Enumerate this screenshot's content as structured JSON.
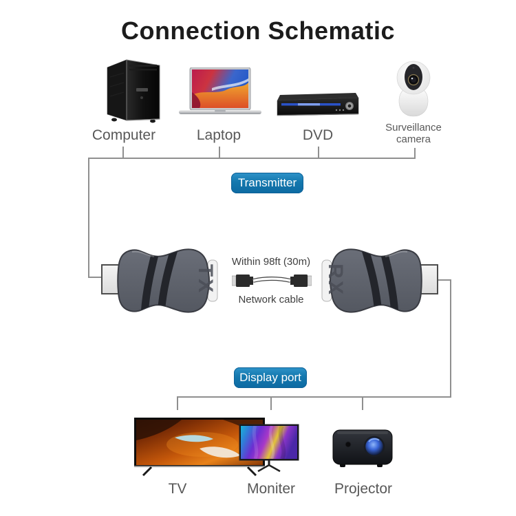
{
  "title": "Connection Schematic",
  "source_devices": {
    "computer": "Computer",
    "laptop": "Laptop",
    "dvd": "DVD",
    "camera": "Surveillance camera"
  },
  "transmitter_badge": "Transmitter",
  "display_port_badge": "Display port",
  "link": {
    "distance": "Within 98ft (30m)",
    "cable": "Network cable",
    "tx": "TX",
    "rx": "RX"
  },
  "display_devices": {
    "tv": "TV",
    "monitor": "Moniter",
    "projector": "Projector"
  },
  "colors": {
    "badge_blue": "#1478ae",
    "badge_blue_light": "#2f93c9",
    "line_gray": "#8f8f8f",
    "label_gray": "#585858",
    "dongle_body": "#5d6169",
    "dongle_stripe": "#23252b"
  }
}
